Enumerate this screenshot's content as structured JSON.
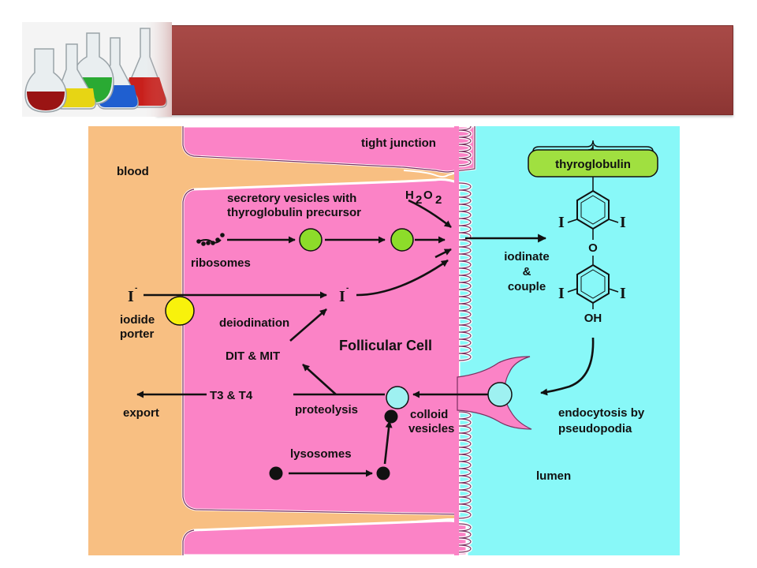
{
  "header": {
    "title": ""
  },
  "diagram": {
    "labels": {
      "blood": "blood",
      "tight_junction": "tight junction",
      "thyroglobulin": "thyroglobulin",
      "secretory_line1": "secretory vesicles with",
      "secretory_line2": "thyroglobulin precursor",
      "h": "H",
      "two_a": "2",
      "o": "O",
      "two_b": "2",
      "ribosomes": "ribosomes",
      "iodide_left": "I",
      "iodide_left_sup": "-",
      "iodide_mid": "I",
      "iodide_mid_sup": "-",
      "iodide_porter_1": "iodide",
      "iodide_porter_2": "porter",
      "deiodination": "deiodination",
      "follicular_cell": "Follicular Cell",
      "dit_mit": "DIT & MIT",
      "t3_t4": "T3 & T4",
      "export": "export",
      "proteolysis": "proteolysis",
      "colloid_1": "colloid",
      "colloid_2": "vesicles",
      "lysosomes": "lysosomes",
      "iodinate_1": "iodinate",
      "iodinate_2": "&",
      "iodinate_3": "couple",
      "endocytosis_1": "endocytosis by",
      "endocytosis_2": "pseudopodia",
      "lumen": "lumen",
      "ring_I_tl": "I",
      "ring_I_tr": "I",
      "ring_O": "O",
      "ring_I_bl": "I",
      "ring_I_br": "I",
      "ring_OH": "OH"
    },
    "colors": {
      "blood": "#f8bf82",
      "cell": "#fb83c6",
      "lumen": "#88f8f8",
      "vesicle_green": "#8ddc2a",
      "porter_yellow": "#f8f20c",
      "colloid_cyan": "#9ef1f1",
      "thyroglobulin_green": "#a0e040"
    }
  }
}
